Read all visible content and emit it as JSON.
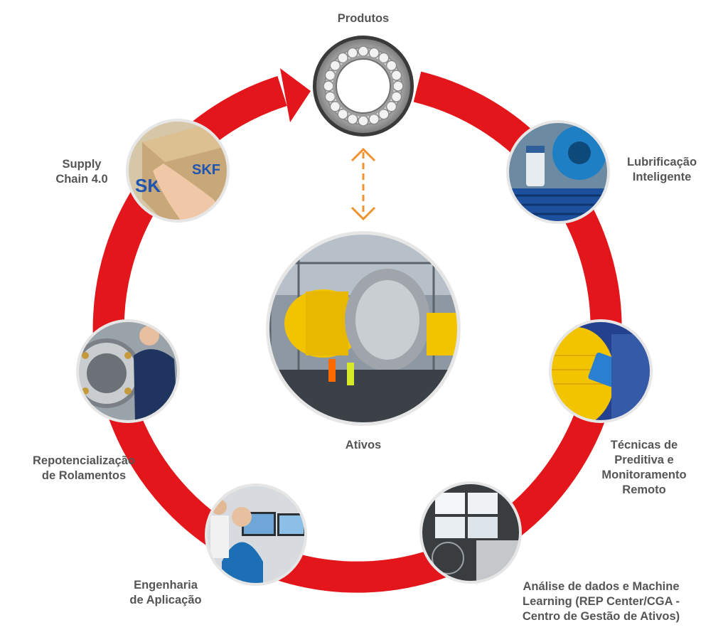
{
  "colors": {
    "ring": "#e3161b",
    "dashed_arrow": "#f0922e",
    "label_text": "#555555",
    "photo_border": "#e6e6e6"
  },
  "center": {
    "top_label": "Produtos",
    "top_icon": "bearing-icon",
    "bottom_label": "Ativos",
    "bottom_photo": "grinding-mill-photo"
  },
  "nodes": [
    {
      "label": "Lubrificação\nInteligente",
      "photo": "lubrication-pump-photo"
    },
    {
      "label": "Técnicas de\nPreditiva e\nMonitoramento\nRemoto",
      "photo": "sensor-motor-photo"
    },
    {
      "label": "Análise de dados e Machine\nLearning (REP Center/CGA -\nCentro de Gestão de Ativos)",
      "photo": "control-room-photo"
    },
    {
      "label": "Engenharia\nde Aplicação",
      "photo": "engineers-computer-photo"
    },
    {
      "label": "Repotencialização\nde Rolamentos",
      "photo": "bearing-technician-photo"
    },
    {
      "label": "Supply\nChain 4.0",
      "photo": "skf-box-photo"
    }
  ]
}
